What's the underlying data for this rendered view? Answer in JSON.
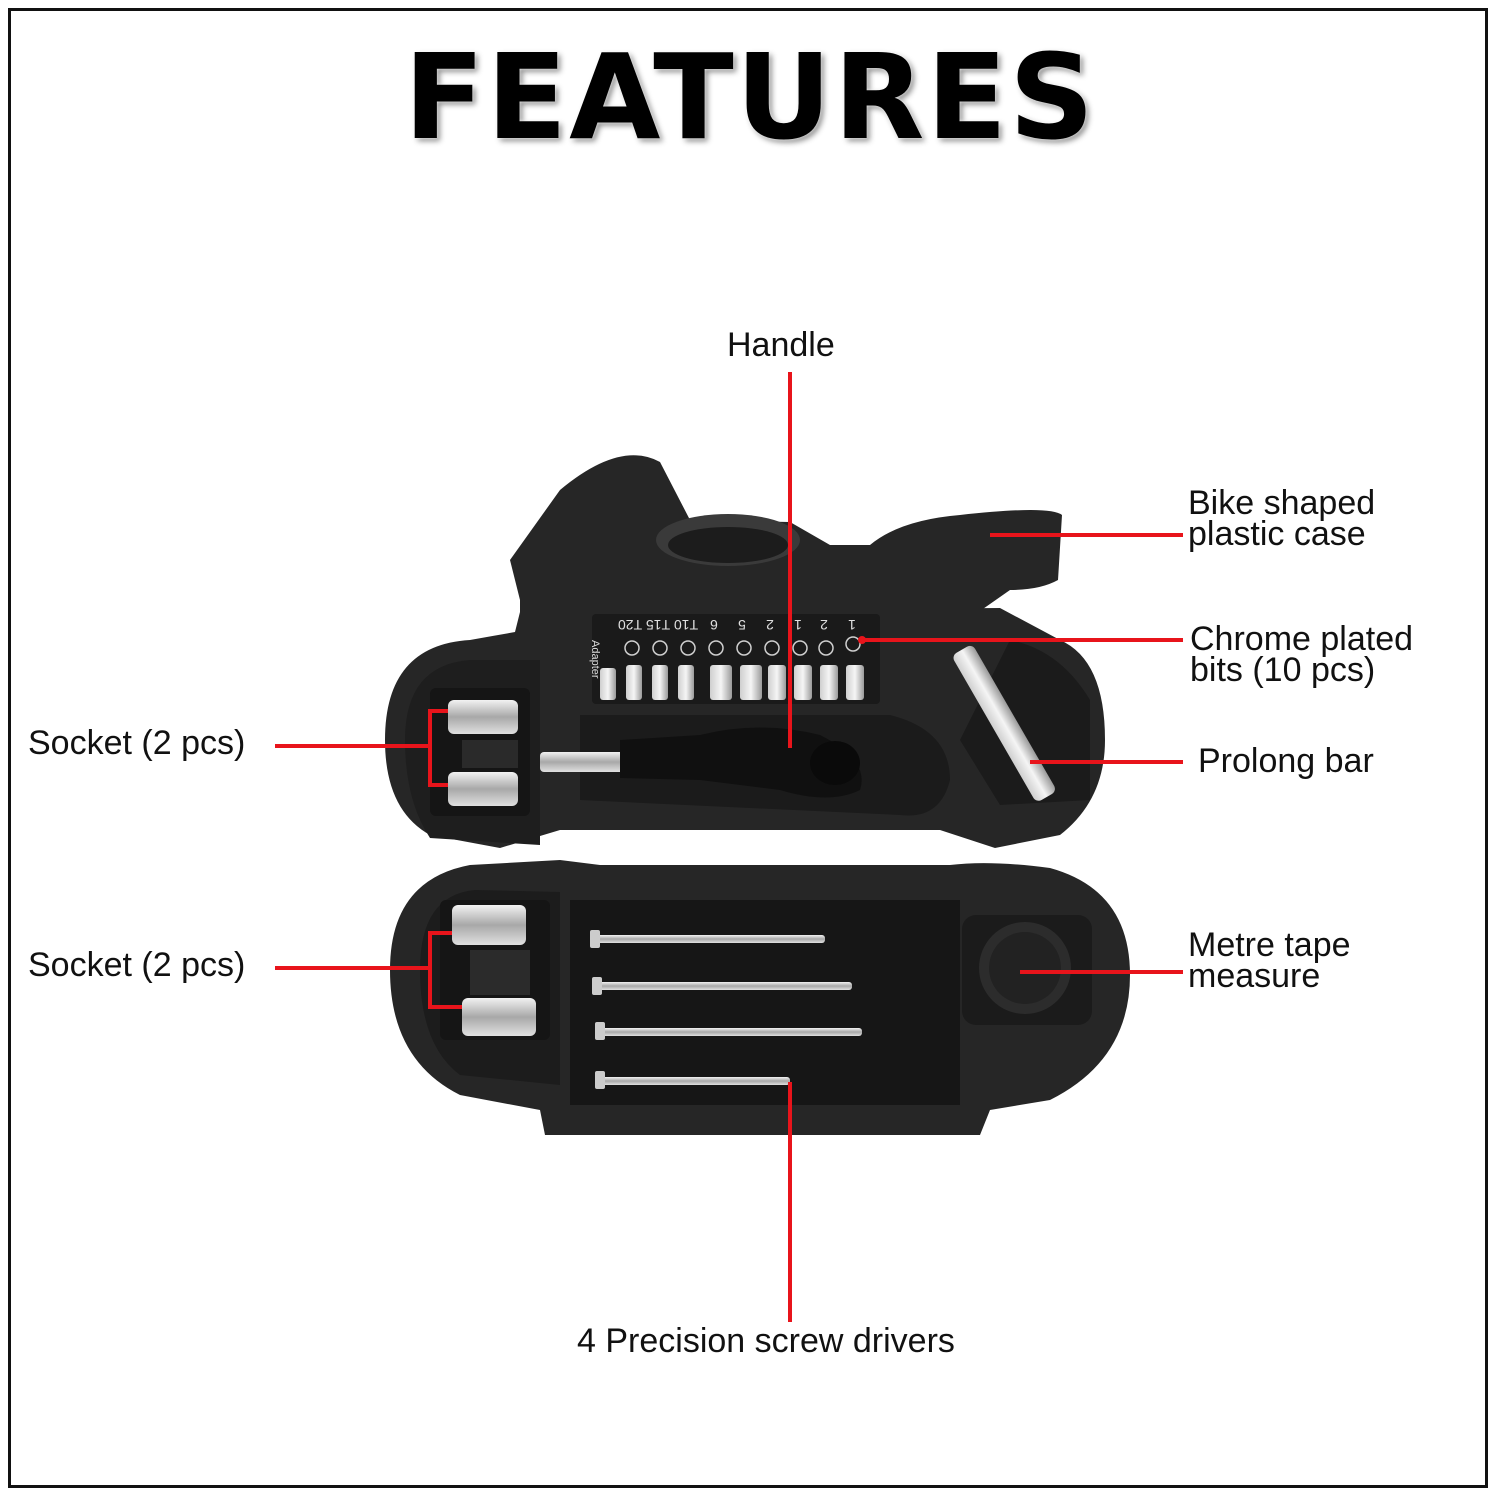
{
  "title": "FEATURES",
  "labels": {
    "handle": "Handle",
    "bike_case_line1": "Bike shaped",
    "bike_case_line2": "plastic case",
    "bits_line1": "Chrome plated",
    "bits_line2": "bits (10 pcs)",
    "prolong_bar": "Prolong bar",
    "socket_top": "Socket (2 pcs)",
    "socket_bottom": "Socket (2 pcs)",
    "tape_line1": "Metre tape",
    "tape_line2": "measure",
    "screwdrivers": "4 Precision screw drivers"
  },
  "bit_tray": {
    "adapter_label": "Adapter",
    "bit_labels": [
      "T20",
      "T15",
      "T10",
      "6",
      "5",
      "2",
      "1",
      "2",
      "1"
    ]
  },
  "colors": {
    "callout_line": "#e8141b",
    "case_body": "#232323",
    "background": "#ffffff"
  }
}
